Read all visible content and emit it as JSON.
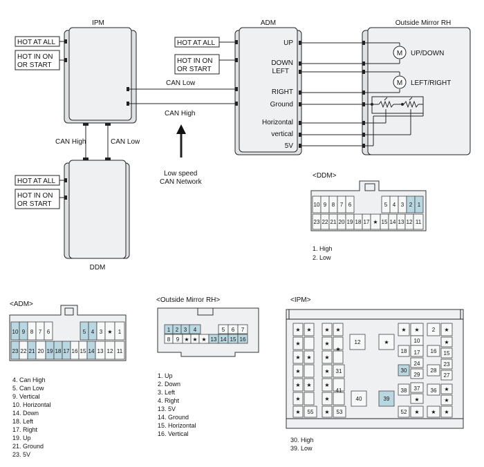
{
  "modules": {
    "ipm": "IPM",
    "adm": "ADM",
    "mirror": "Outside Mirror RH",
    "ddm": "DDM"
  },
  "supply": {
    "hot_at_all": "HOT AT ALL",
    "hot_in_on_1": "HOT IN ON",
    "hot_in_on_2": "OR START"
  },
  "bus": {
    "can_low": "CAN Low",
    "can_high": "CAN High",
    "network_1": "Low speed",
    "network_2": "CAN Network"
  },
  "adm_pins": {
    "up": "UP",
    "down": "DOWN",
    "left": "LEFT",
    "right": "RIGHT",
    "ground": "Ground",
    "horizontal": "Horizontal",
    "vertical": "vertical",
    "v5": "5V"
  },
  "motors": {
    "symbol": "M",
    "updown": "UP/DOWN",
    "leftright": "LEFT/RIGHT"
  },
  "connectors": {
    "ddm": {
      "title": "<DDM>",
      "row1": [
        "10",
        "9",
        "8",
        "7",
        "6",
        "",
        "5",
        "4",
        "3",
        "2",
        "1"
      ],
      "row2": [
        "23",
        "22",
        "21",
        "20",
        "19",
        "18",
        "17",
        "★",
        "15",
        "14",
        "13",
        "12",
        "11"
      ],
      "legend": [
        "1. High",
        "2. Low"
      ]
    },
    "adm": {
      "title": "<ADM>",
      "row1": [
        "10",
        "9",
        "8",
        "7",
        "6",
        "",
        "5",
        "4",
        "3",
        "★",
        "1"
      ],
      "row2": [
        "23",
        "22",
        "21",
        "20",
        "19",
        "18",
        "17",
        "16",
        "15",
        "14",
        "13",
        "12",
        "11"
      ],
      "legend": [
        "4. Can High",
        "5. Can Low",
        "9. Vertical",
        "10. Horizontal",
        "14. Down",
        "18. Left",
        "17. Right",
        "19. Up",
        "21. Ground",
        "23. 5V"
      ]
    },
    "mirror": {
      "title": "<Outside Mirror RH>",
      "row1": [
        "1",
        "2",
        "3",
        "4",
        "",
        "5",
        "6",
        "7"
      ],
      "row2": [
        "8",
        "9",
        "★",
        "★",
        "★",
        "13",
        "14",
        "15",
        "16"
      ],
      "legend": [
        "1. Up",
        "2. Down",
        "3. Left",
        "4. Right",
        "13. 5V",
        "14. Ground",
        "15. Horizontal",
        "16. Vertical"
      ]
    },
    "ipm": {
      "title": "<IPM>",
      "labels": {
        "p12": "12",
        "p10": "10",
        "p2": "2",
        "p18": "18",
        "p17": "17",
        "p16": "16",
        "p15": "15",
        "p31": "31",
        "p24": "24",
        "p30": "30",
        "p29": "29",
        "p28": "28",
        "p23": "23",
        "p27": "27",
        "p41": "41",
        "p40": "40",
        "p39": "39",
        "p38": "38",
        "p37": "37",
        "p36": "36",
        "p55": "55",
        "p53": "53",
        "p52": "52",
        "star": "★"
      },
      "legend": [
        "30. High",
        "39. Low"
      ]
    }
  }
}
